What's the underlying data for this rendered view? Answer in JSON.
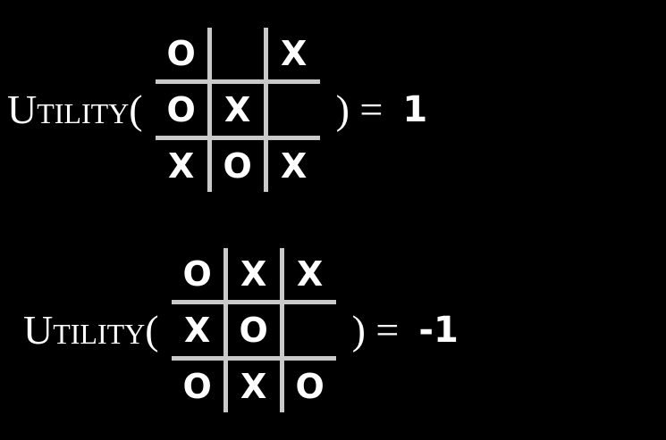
{
  "colors": {
    "background": "#000000",
    "text": "#ffffff",
    "grid_line": "#c9c9c9"
  },
  "expressions": [
    {
      "fn_label": "Utility(",
      "close_label": ") =",
      "result": "1",
      "board": [
        [
          "O",
          "",
          "X"
        ],
        [
          "O",
          "X",
          ""
        ],
        [
          "X",
          "O",
          "X"
        ]
      ]
    },
    {
      "fn_label": "Utility(",
      "close_label": ") =",
      "result": "-1",
      "board": [
        [
          "O",
          "X",
          "X"
        ],
        [
          "X",
          "O",
          ""
        ],
        [
          "O",
          "X",
          "O"
        ]
      ]
    }
  ]
}
